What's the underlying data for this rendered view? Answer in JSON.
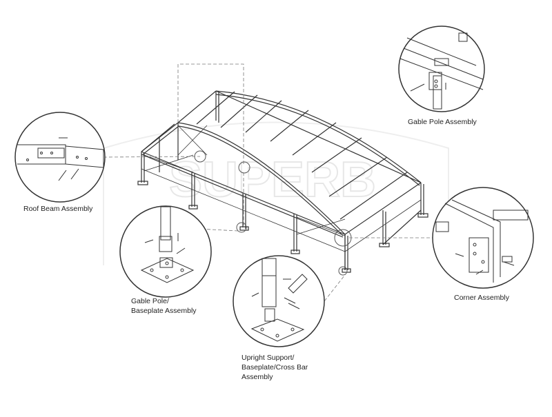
{
  "watermark": {
    "text": "SUPERB",
    "color": "#d9d9d9"
  },
  "labels": {
    "gable_pole_assembly": "Gable Pole Assembly",
    "roof_beam_assembly": "Roof Beam Assembly",
    "gable_pole_baseplate": {
      "line1": "Gable Pole/",
      "line2": "Baseplate Assembly"
    },
    "corner_assembly": "Corner Assembly",
    "upright_support": {
      "line1": "Upright Support/",
      "line2": "Baseplate/Cross Bar",
      "line3": "Assembly"
    }
  },
  "colors": {
    "line": "#333333",
    "leader": "#777777"
  }
}
